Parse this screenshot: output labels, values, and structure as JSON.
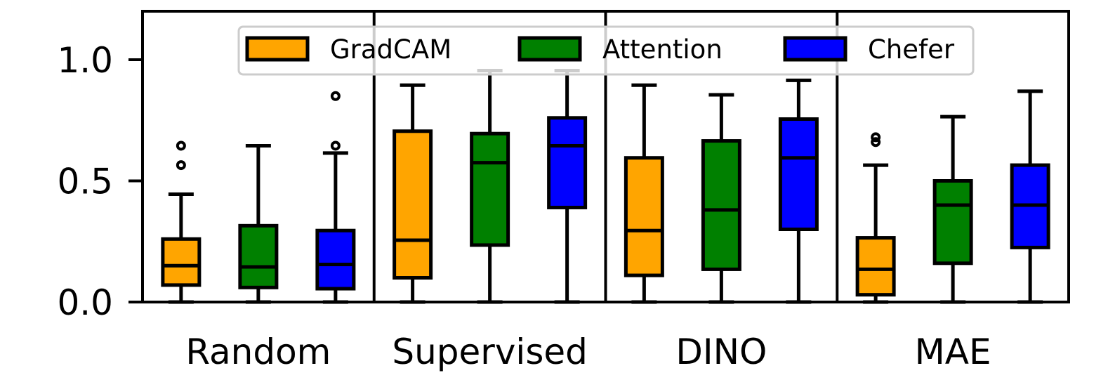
{
  "chart_data": {
    "type": "box",
    "title": "",
    "xlabel": "",
    "ylabel": "",
    "ylim": [
      0,
      1.2
    ],
    "yticks": [
      0.0,
      0.5,
      1.0
    ],
    "ytick_labels": [
      "0.0",
      "0.5",
      "1.0"
    ],
    "grid": false,
    "legend_position": "top-center",
    "groups": [
      "Random",
      "Supervised",
      "DINO",
      "MAE"
    ],
    "series": [
      {
        "name": "GradCAM",
        "color": "#FFA500",
        "boxes": [
          {
            "whislo": 0.0,
            "q1": 0.07,
            "med": 0.15,
            "q3": 0.26,
            "whishi": 0.445,
            "fliers": [
              0.565,
              0.645
            ]
          },
          {
            "whislo": 0.0,
            "q1": 0.1,
            "med": 0.255,
            "q3": 0.705,
            "whishi": 0.895,
            "fliers": []
          },
          {
            "whislo": 0.0,
            "q1": 0.11,
            "med": 0.295,
            "q3": 0.595,
            "whishi": 0.895,
            "fliers": []
          },
          {
            "whislo": 0.0,
            "q1": 0.03,
            "med": 0.135,
            "q3": 0.265,
            "whishi": 0.565,
            "fliers": [
              0.66,
              0.68
            ]
          }
        ]
      },
      {
        "name": "Attention",
        "color": "#008000",
        "boxes": [
          {
            "whislo": 0.0,
            "q1": 0.06,
            "med": 0.145,
            "q3": 0.315,
            "whishi": 0.645,
            "fliers": []
          },
          {
            "whislo": 0.0,
            "q1": 0.235,
            "med": 0.575,
            "q3": 0.695,
            "whishi": 0.955,
            "fliers": []
          },
          {
            "whislo": 0.0,
            "q1": 0.135,
            "med": 0.38,
            "q3": 0.665,
            "whishi": 0.855,
            "fliers": []
          },
          {
            "whislo": 0.0,
            "q1": 0.16,
            "med": 0.4,
            "q3": 0.5,
            "whishi": 0.765,
            "fliers": []
          }
        ]
      },
      {
        "name": "Chefer",
        "color": "#0000FF",
        "boxes": [
          {
            "whislo": 0.0,
            "q1": 0.055,
            "med": 0.155,
            "q3": 0.295,
            "whishi": 0.615,
            "fliers": [
              0.645,
              0.85
            ]
          },
          {
            "whislo": 0.0,
            "q1": 0.39,
            "med": 0.645,
            "q3": 0.76,
            "whishi": 0.955,
            "fliers": []
          },
          {
            "whislo": 0.0,
            "q1": 0.3,
            "med": 0.595,
            "q3": 0.755,
            "whishi": 0.915,
            "fliers": []
          },
          {
            "whislo": 0.0,
            "q1": 0.225,
            "med": 0.4,
            "q3": 0.565,
            "whishi": 0.87,
            "fliers": []
          }
        ]
      }
    ]
  }
}
